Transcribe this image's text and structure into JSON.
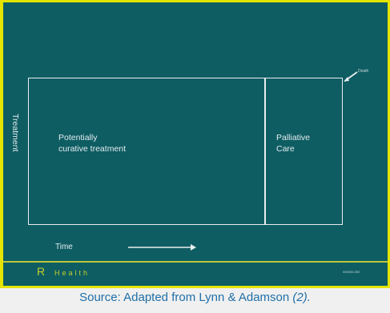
{
  "diagram": {
    "axis_label_vertical": "Treatment",
    "box_main_label_line1": "Potentially",
    "box_main_label_line2": "curative treatment",
    "box_palliative_line1": "Palliative",
    "box_palliative_line2": "Care",
    "death_marker": "Death",
    "time_label": "Time"
  },
  "branding": {
    "logo_letter": "R",
    "logo_word": "Health",
    "slide_code": "000000-000"
  },
  "caption": {
    "text": "Source: Adapted from Lynn & Adamson ",
    "ref": "(2)."
  },
  "colors": {
    "slide_bg": "#0e5d63",
    "frame_border": "#e4e400",
    "line": "#e8eef0",
    "brand": "#c6cf2a",
    "caption": "#1f6fa8"
  }
}
